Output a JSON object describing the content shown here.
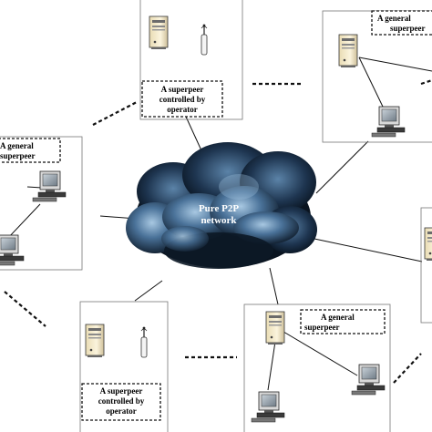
{
  "cloud": {
    "line1": "Pure P2P",
    "line2": "network"
  },
  "labels": {
    "general_superpeer": [
      "A general",
      "superpeer"
    ],
    "operator_superpeer": [
      "A superpeer",
      "controlled by",
      "operator"
    ]
  },
  "colors": {
    "cloud_dark": "#0c1826",
    "cloud_mid": "#3a5f84",
    "cloud_light": "#9fc1dc",
    "line": "#111111",
    "server_body": "#f2e7c2",
    "monitor_screen": "#9ea9b2"
  },
  "icons": [
    "server-icon",
    "antenna-icon",
    "computer-icon"
  ]
}
